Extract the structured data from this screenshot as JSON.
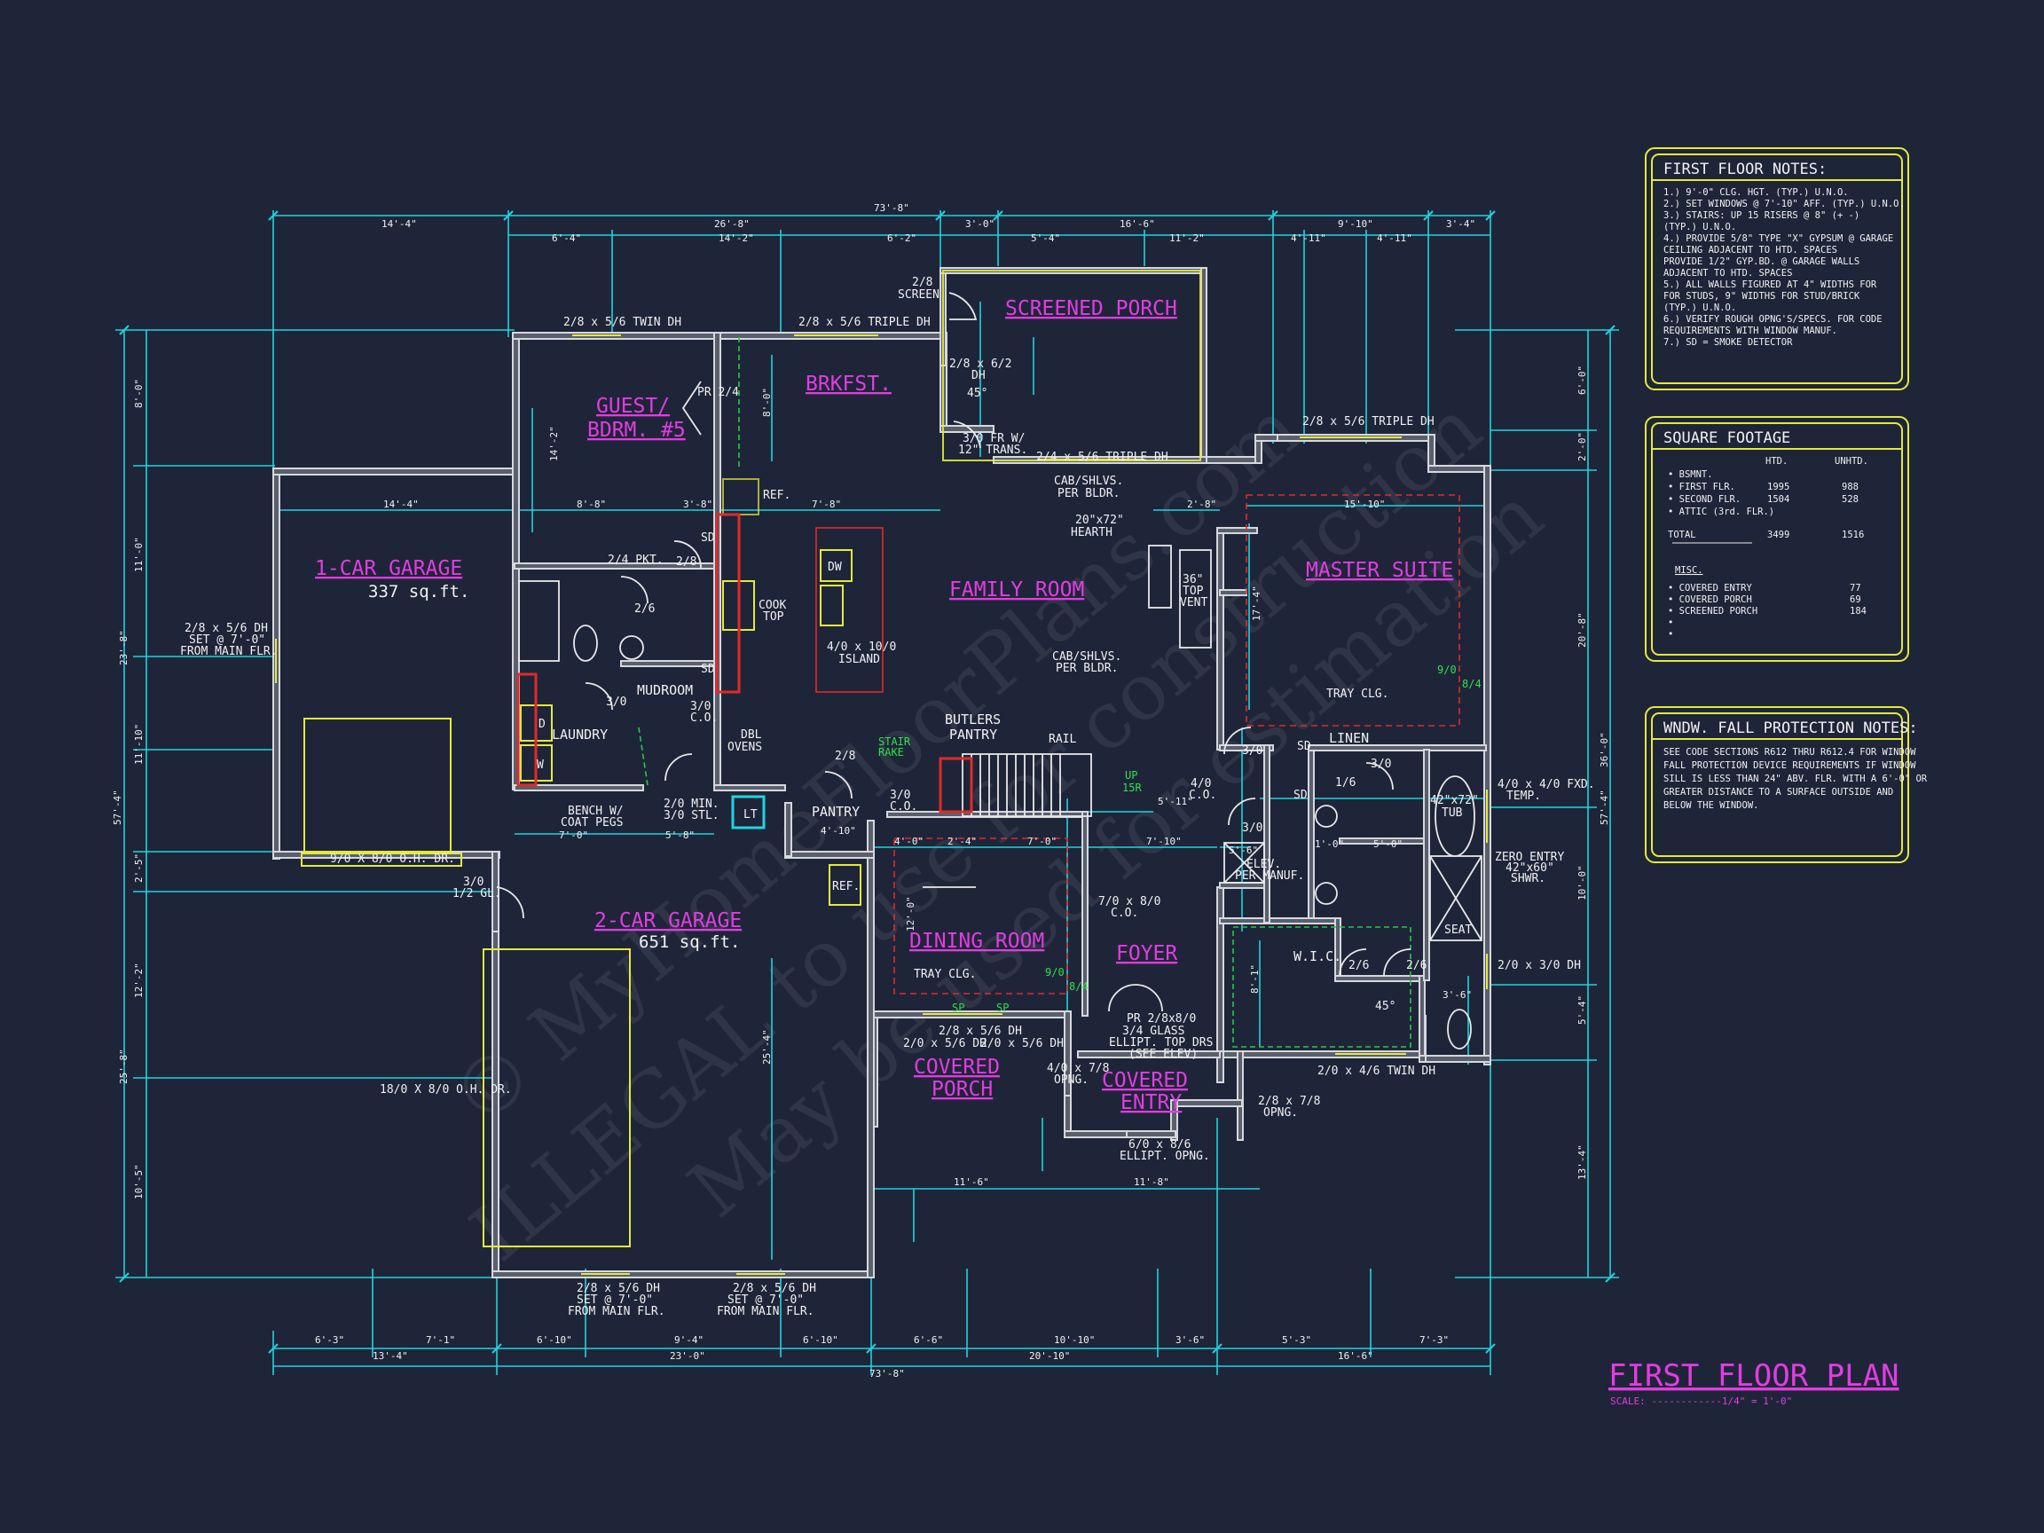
{
  "rooms": {
    "guest_bdrm": "GUEST/",
    "guest_bdrm2": "BDRM. #5",
    "brkfst": "BRKFST.",
    "screened_porch": "SCREENED PORCH",
    "garage1": "1-CAR GARAGE",
    "garage1_area": "337 sq.ft.",
    "family_room": "FAMILY ROOM",
    "master_suite": "MASTER SUITE",
    "mudroom": "MUDROOM",
    "laundry": "LAUNDRY",
    "garage2": "2-CAR GARAGE",
    "garage2_area": "651 sq.ft.",
    "dining_room": "DINING ROOM",
    "foyer": "FOYER",
    "covered_porch_1": "COVERED",
    "covered_porch_2": "PORCH",
    "covered_entry_1": "COVERED",
    "covered_entry_2": "ENTRY",
    "linen": "LINEN",
    "wic": "W.I.C.",
    "pantry": "PANTRY",
    "butlers_1": "BUTLERS",
    "butlers_2": "PANTRY"
  },
  "labels": {
    "dh_2856_twin": "2/8 x 5/6 TWIN DH",
    "dh_2856_triple_top": "2/8 x 5/6 TRIPLE DH",
    "screen": "2/8",
    "screen2": "SCREEN",
    "dh_2862": "2/8 x 6/2",
    "dh_2862b": "DH",
    "deg45": "45°",
    "fr3010": "3/0 FR W/",
    "fr3010b": "12\" TRANS.",
    "triple_mid": "2/4 x 5/6 TRIPLE DH",
    "triple_right": "2/8 x 5/6 TRIPLE DH",
    "pr24": "PR 2/4",
    "ref1": "REF.",
    "cab1": "CAB/SHLVS.",
    "cab1b": "PER BLDR.",
    "hearth1": "20\"x72\"",
    "hearth2": "HEARTH",
    "vent1": "36\"",
    "vent2": "TOP",
    "vent3": "VENT",
    "cab2": "CAB/SHLVS.",
    "cab2b": "PER BLDR.",
    "tray1": "TRAY CLG.",
    "pkt": "2/4 PKT.",
    "d28": "2/8",
    "d26": "2/6",
    "sd": "SD",
    "dw": "DW",
    "cook1": "COOK",
    "cook2": "TOP",
    "island1": "4/0 x 10/0",
    "island2": "ISLAND",
    "co3010": "3/0",
    "co3010b": "C.O.",
    "d30": "3/0",
    "dbl1": "DBL",
    "dbl2": "OVENS",
    "stair1": "STAIR",
    "stair2": "RAKE",
    "rail": "RAIL",
    "up": "UP",
    "risers": "15R",
    "co40": "4/0",
    "co40b": "C.O.",
    "d28b": "2/8",
    "co30b": "3/0",
    "co30c": "C.O.",
    "bench1": "BENCH W/",
    "bench2": "COAT PEGS",
    "stl1": "2/0 MIN.",
    "stl2": "3/0 STL.",
    "lt": "LT",
    "ref2": "REF.",
    "dd": "D",
    "ww": "W",
    "gar1_win1": "2/8 x 5/6 DH",
    "gar1_win2": "SET @ 7'-0\"",
    "gar1_win3": "FROM MAIN FLR.",
    "gar1_door": "9/0 X 8/0 O.H. DR.",
    "gl1": "3/0",
    "gl2": "1/2 GL.",
    "gar2_door": "18/0 X 8/0 O.H. DR.",
    "co710": "7/0 x 8/0",
    "co710b": "C.O.",
    "tray2": "TRAY CLG.",
    "g910": "9/0",
    "g84": "8/4",
    "g910b": "9/0",
    "g84b": "8/4",
    "sp": "SP",
    "dh_dining": "2/8 x 5/6 DH",
    "dh_dining2": "2/0 x 5/6 DH",
    "dh_dining3": "2/0 x 5/6 DH",
    "pr28": "PR 2/8x8/0",
    "glass1": "3/4 GLASS",
    "glass2": "ELLIPT. TOP DRS",
    "glass3": "(SEE ELEV)",
    "opng1": "4/0 x 7/8",
    "opng1b": "OPNG.",
    "opng2": "2/8 x 7/8",
    "opng2b": "OPNG.",
    "ellipt1": "6/0 x 8/6",
    "ellipt2": "ELLIPT. OPNG.",
    "elev1": "ELEV.",
    "elev2": "PER MANUF.",
    "tub1": "42\"x72\"",
    "tub2": "TUB",
    "fxd1": "4/0 x 4/0 FXD.",
    "fxd2": "TEMP.",
    "zero1": "ZERO ENTRY",
    "zero2": "42\"x60\"",
    "zero3": "SHWR.",
    "seat": "SEAT",
    "dh2310": "2/0 x 3/0 DH",
    "dh_twin_bot": "2/0 x 4/6 TWIN DH",
    "d16": "1/6",
    "d30m": "3/0",
    "d26a": "2/6",
    "d26b": "2/6",
    "bot_win1": "2/8 x 5/6 DH",
    "bot_win1b": "SET @ 7'-0\"",
    "bot_win1c": "FROM MAIN FLR.",
    "bot_win2": "2/8 x 5/6 DH",
    "bot_win2b": "SET @ 7'-0\"",
    "bot_win2c": "FROM MAIN FLR."
  },
  "dims": {
    "top_total": "73'-8\"",
    "top_a": "14'-4\"",
    "top_b": "26'-8\"",
    "top_c": "3'-0\"",
    "top_d": "16'-6\"",
    "top_e": "9'-10\"",
    "top_f": "3'-4\"",
    "top2_a": "6'-4\"",
    "top2_b": "14'-2\"",
    "top2_c": "6'-2\"",
    "top2_d": "5'-4\"",
    "top2_e": "11'-2\"",
    "top2_f": "4'-11\"",
    "top2_g": "4'-11\"",
    "bot_total": "73'-8\"",
    "bot_a": "13'-4\"",
    "bot_b": "23'-0\"",
    "bot_c": "20'-10\"",
    "bot_d": "16'-6\"",
    "bot2_a": "6'-3\"",
    "bot2_b": "7'-1\"",
    "bot2_c": "6'-10\"",
    "bot2_d": "9'-4\"",
    "bot2_e": "6'-10\"",
    "bot2_f": "6'-6\"",
    "bot2_g": "10'-10\"",
    "bot2_h": "3'-6\"",
    "bot2_i": "5'-3\"",
    "bot2_j": "7'-3\"",
    "left_total": "57'-4\"",
    "left_a": "8'-0\"",
    "left_b": "11'-0\"",
    "left_c": "23'-8\"",
    "left_d": "11'-10\"",
    "left_e": "2'-5\"",
    "left_f": "12'-2\"",
    "left_g": "25'-8\"",
    "left_h": "10'-5\"",
    "right_total": "57'-4\"",
    "right_a": "6'-0\"",
    "right_b": "2'-0\"",
    "right_c": "20'-8\"",
    "right_d": "36'-0\"",
    "right_e": "10'-0\"",
    "right_f": "5'-4\"",
    "right_g": "13'-4\"",
    "in_14_4": "14'-4\"",
    "in_8_8": "8'-8\"",
    "in_3_8": "3'-8\"",
    "in_7_8": "7'-8\"",
    "in_2_8": "2'-8\"",
    "in_15_10": "15'-10\"",
    "in_11_6": "11'-6\"",
    "in_11_8": "11'-8\"",
    "in_4_0": "4'-0\"",
    "in_2_4": "2'-4\"",
    "in_7_0": "7'-0\"",
    "in_7_10": "7'-10\"",
    "in_5_11": "5'-11\"",
    "in_5_8": "5'-8\"",
    "in_7_0b": "7'-0\"",
    "in_4_10": "4'-10\"",
    "in_5_0": "5'-0\"",
    "in_1_0": "1'-0\"",
    "in_5_6": "5'-6\"",
    "in_3_6": "3'-6\"",
    "in_14_2": "14'-2\"",
    "in_8_0": "8'-0\"",
    "in_17_4": "17'-4\"",
    "in_12_0": "12'-0\"",
    "in_25_4": "25'-4\"",
    "in_8_1": "8'-1\""
  },
  "notes_first_floor": {
    "title": "FIRST FLOOR NOTES:",
    "lines": [
      "1.) 9'-0\"  CLG. HGT. (TYP.) U.N.O.",
      "2.) SET WINDOWS @ 7'-10\" AFF. (TYP.) U.N.O.",
      "3.) STAIRS: UP 15 RISERS @ 8\" (+ -)",
      "     (TYP.) U.N.O.",
      "4.) PROVIDE 5/8\" TYPE \"X\" GYPSUM @ GARAGE",
      "     CEILING ADJACENT TO HTD. SPACES",
      "     PROVIDE 1/2\" GYP.BD. @ GARAGE WALLS",
      "     ADJACENT TO HTD. SPACES",
      "5.) ALL WALLS FIGURED AT 4\" WIDTHS FOR",
      "     FOR STUDS, 9\" WIDTHS FOR STUD/BRICK",
      "     (TYP.) U.N.O.",
      "6.) VERIFY ROUGH OPNG'S/SPECS. FOR CODE",
      "     REQUIREMENTS WITH WINDOW MANUF.",
      "7.) SD = SMOKE DETECTOR"
    ]
  },
  "square_footage": {
    "title": "SQUARE FOOTAGE",
    "col_htd": "HTD.",
    "col_unhtd": "UNHTD.",
    "rows": [
      {
        "label": "• BSMNT.",
        "htd": "",
        "unhtd": ""
      },
      {
        "label": "• FIRST FLR.",
        "htd": "1995",
        "unhtd": "988"
      },
      {
        "label": "• SECOND FLR.",
        "htd": "1504",
        "unhtd": "528"
      },
      {
        "label": "• ATTIC (3rd. FLR.)",
        "htd": "",
        "unhtd": ""
      },
      {
        "label": "TOTAL",
        "htd": "3499",
        "unhtd": "1516"
      }
    ],
    "misc_title": "MISC.",
    "misc_rows": [
      {
        "label": "• COVERED ENTRY",
        "val": "77"
      },
      {
        "label": "• COVERED PORCH",
        "val": "69"
      },
      {
        "label": "• SCREENED PORCH",
        "val": "184"
      },
      {
        "label": "•",
        "val": ""
      },
      {
        "label": "•",
        "val": ""
      }
    ]
  },
  "window_fall": {
    "title": "WNDW. FALL PROTECTION NOTES:",
    "lines": [
      "SEE CODE SECTIONS R612 THRU R612.4 FOR WINDOW",
      "FALL PROTECTION DEVICE REQUIREMENTS IF WINDOW",
      "SILL IS LESS THAN 24\" ABV. FLR. WITH A 6'-0\" OR",
      "GREATER DISTANCE TO A SURFACE OUTSIDE AND",
      "BELOW THE WINDOW."
    ]
  },
  "title_block": {
    "title": "FIRST FLOOR PLAN",
    "scale": "SCALE: ------------1/4\" = 1'-0\""
  },
  "watermark": {
    "line1": "© MyHomeFloorPlans.com",
    "line2": "ILLEGAL to use for construction",
    "line3": "May be used for estimation"
  }
}
